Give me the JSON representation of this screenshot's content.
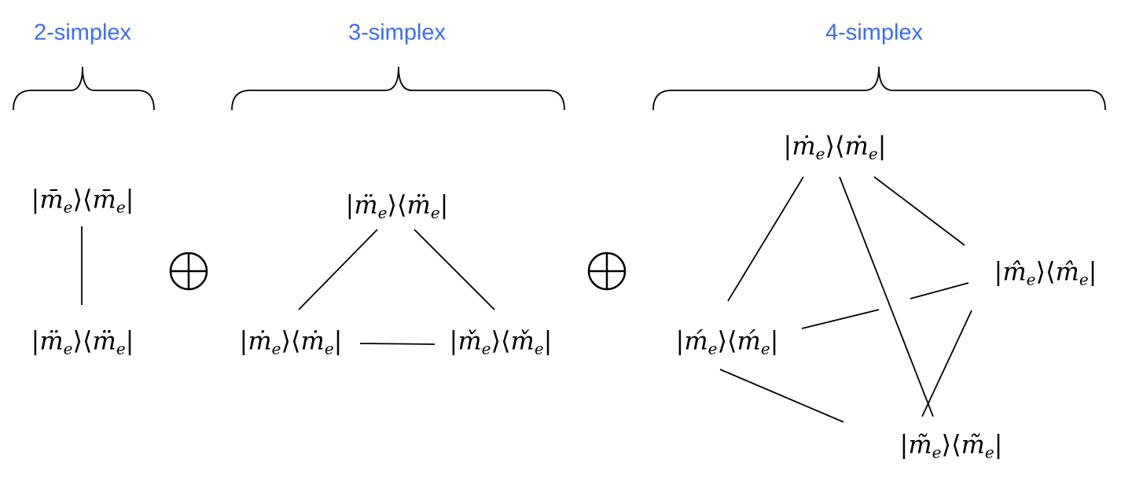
{
  "colors": {
    "title": "#3b6ef5",
    "line": "#000000"
  },
  "groups": [
    {
      "title": "2-simplex",
      "states": [
        {
          "accent": "m̄",
          "sub": "e"
        },
        {
          "accent": "m̈",
          "sub": "e"
        }
      ]
    },
    {
      "title": "3-simplex",
      "states": [
        {
          "accent": "m̈",
          "sub": "e"
        },
        {
          "accent": "ṁ",
          "sub": "e"
        },
        {
          "accent": "m̌",
          "sub": "e"
        }
      ]
    },
    {
      "title": "4-simplex",
      "states": [
        {
          "accent": "ṁ",
          "sub": "e"
        },
        {
          "accent": "m̂",
          "sub": "e"
        },
        {
          "accent": "ḿ",
          "sub": "e"
        },
        {
          "accent": "m̃",
          "sub": "e"
        }
      ]
    }
  ],
  "operator": "⊕"
}
